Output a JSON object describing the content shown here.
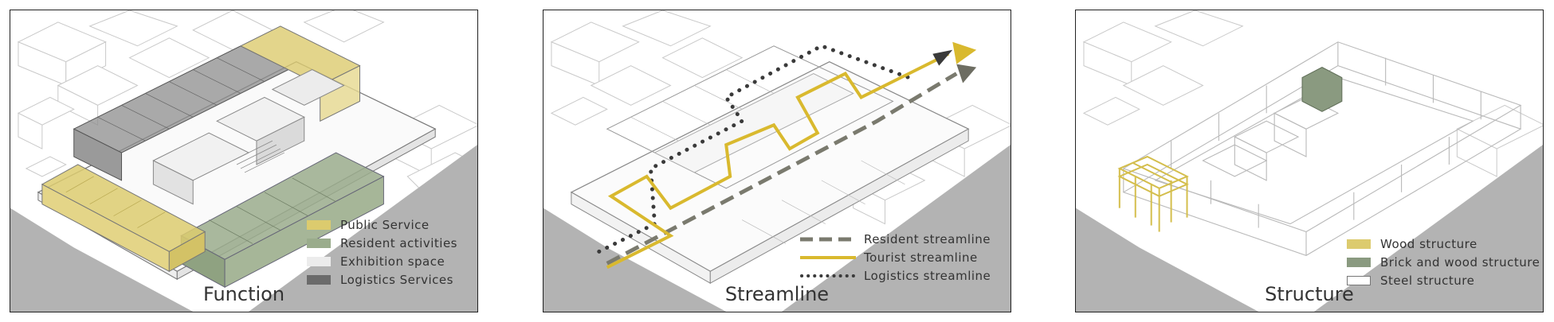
{
  "panels": [
    {
      "title": "Function",
      "legend": [
        {
          "label": "Public Service",
          "color": "#dccb6e"
        },
        {
          "label": "Resident activities",
          "color": "#9aac8c"
        },
        {
          "label": "Exhibition space",
          "color": "#ececec"
        },
        {
          "label": "Logistics Services",
          "color": "#6b6b6b"
        }
      ]
    },
    {
      "title": "Streamline",
      "legend": [
        {
          "label": "Resident streamline",
          "color": "#7a7a6e",
          "style": "dashed"
        },
        {
          "label": "Tourist streamline",
          "color": "#d9b92e",
          "style": "solid"
        },
        {
          "label": "Logistics streamline",
          "color": "#3a3a3a",
          "style": "dotted"
        }
      ]
    },
    {
      "title": "Structure",
      "legend": [
        {
          "label": "Wood structure",
          "color": "#dccb6e"
        },
        {
          "label": "Brick and wood structure",
          "color": "#8a9a80"
        },
        {
          "label": "Steel structure",
          "color": "#ffffff"
        }
      ]
    }
  ],
  "colors": {
    "ground_gray": "#b3b3b3",
    "outline": "#9a9a9a",
    "frame": "#222222"
  }
}
